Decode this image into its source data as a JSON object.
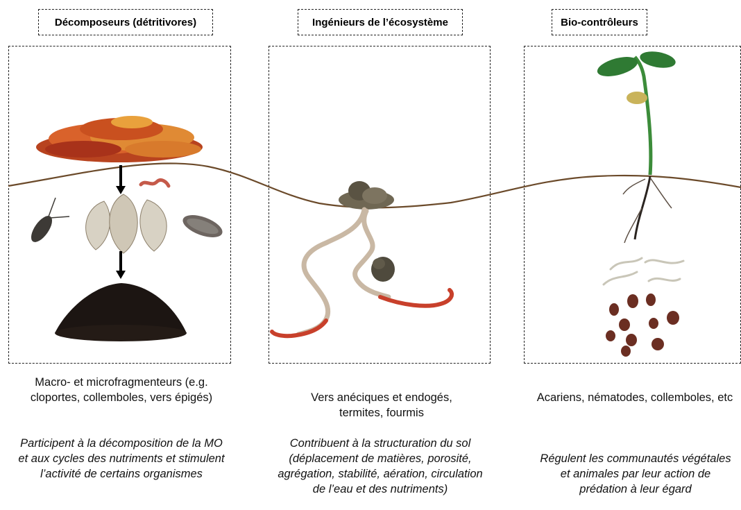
{
  "columns": [
    {
      "title": "Décomposeurs (détritivores)",
      "organisms": "Macro- et microfragmenteurs (e.g. cloportes, collemboles, vers épigés)",
      "role": "Participent à la décomposition de la MO et aux cycles des nutriments et stimulent l’activité de certains organismes"
    },
    {
      "title": "Ingénieurs de l’écosystème",
      "organisms": "Vers anéciques et endogés, termites, fourmis",
      "role": "Contribuent à la structuration du sol (déplacement de matières, porosité, agrégation, stabilité, aération, circulation de l’eau et des nutriments)"
    },
    {
      "title": "Bio-contrôleurs",
      "organisms": "Acariens, nématodes, collemboles, etc",
      "role": "Régulent les communautés végétales et animales par leur action de prédation à leur égard"
    }
  ],
  "colors": {
    "soil_line": "#6b4a2a",
    "worm_red": "#c8402b",
    "burrow": "#c9b8a4",
    "leaf_orange": "#d9622b",
    "soil_dark": "#1c1512",
    "plant_green": "#3c8c3a"
  }
}
